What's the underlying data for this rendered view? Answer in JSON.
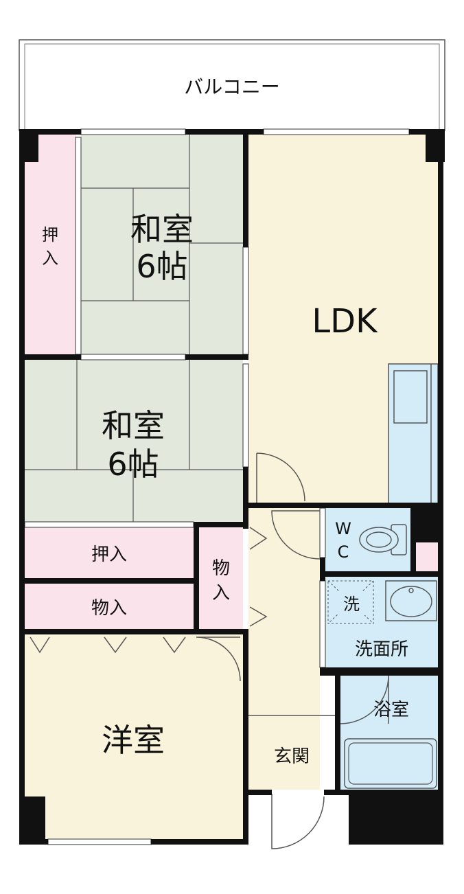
{
  "labels": {
    "balcony": "バルコニー",
    "japanese_room_1": {
      "name": "和室",
      "size": "6帖"
    },
    "japanese_room_2": {
      "name": "和室",
      "size": "6帖"
    },
    "closet_tall_1": "押",
    "closet_tall_2": "入",
    "ldk": "LDK",
    "closet_1": "押入",
    "storage_1": "物入",
    "storage_2_a": "物",
    "storage_2_b": "入",
    "wc_a": "W",
    "wc_b": "C",
    "washer": "洗",
    "washroom": "洗面所",
    "bathroom": "浴室",
    "entrance": "玄関",
    "western_room": "洋室"
  },
  "colors": {
    "wall": "#111111",
    "tatami": "#e3e8dc",
    "flooring": "#faf3dc",
    "closet": "#fbe3ec",
    "wet_area": "#d3ecf8",
    "line": "#555555"
  }
}
